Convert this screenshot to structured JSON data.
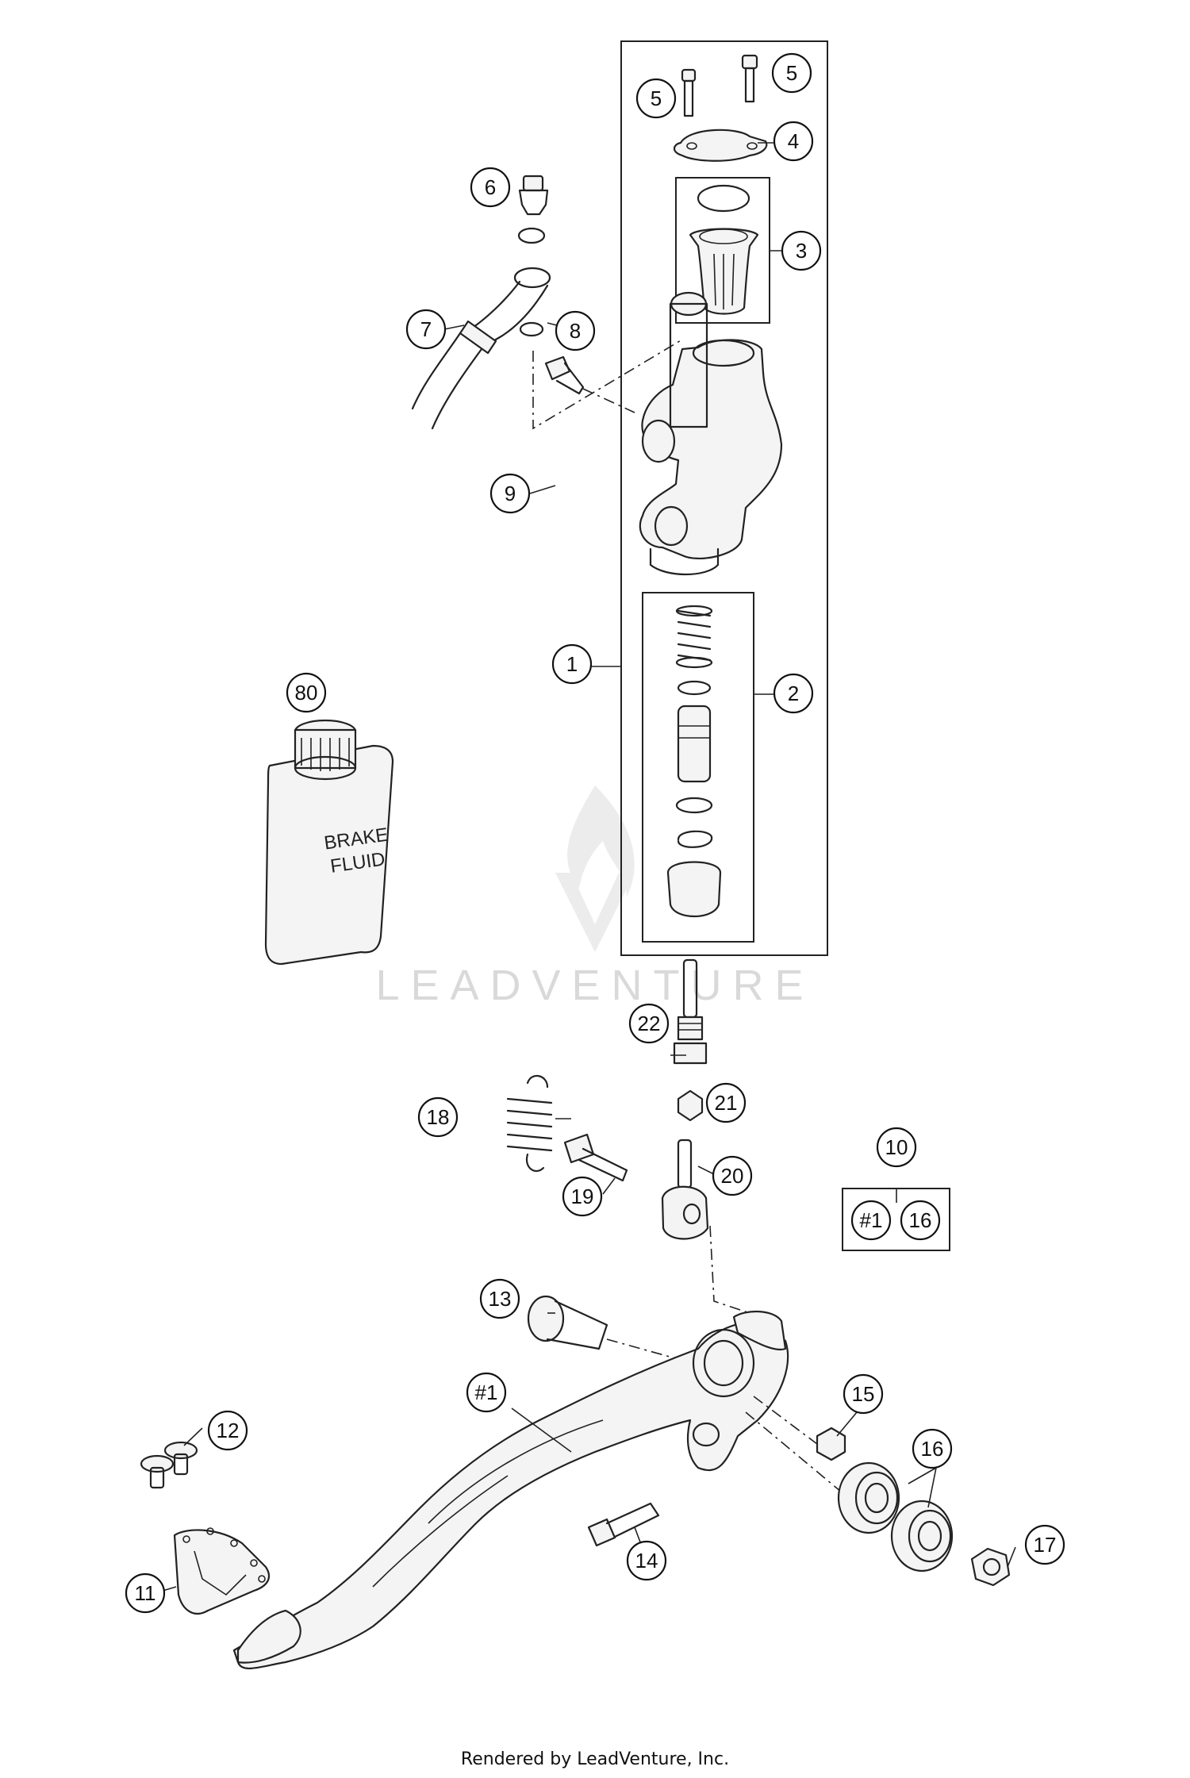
{
  "callouts": [
    {
      "id": "c1",
      "label": "1"
    },
    {
      "id": "c2",
      "label": "2"
    },
    {
      "id": "c3",
      "label": "3"
    },
    {
      "id": "c4",
      "label": "4"
    },
    {
      "id": "c5a",
      "label": "5"
    },
    {
      "id": "c5b",
      "label": "5"
    },
    {
      "id": "c6",
      "label": "6"
    },
    {
      "id": "c7",
      "label": "7"
    },
    {
      "id": "c8",
      "label": "8"
    },
    {
      "id": "c9",
      "label": "9"
    },
    {
      "id": "c10",
      "label": "10"
    },
    {
      "id": "c10a",
      "label": "#1"
    },
    {
      "id": "c10b",
      "label": "16"
    },
    {
      "id": "c11",
      "label": "11"
    },
    {
      "id": "c12",
      "label": "12"
    },
    {
      "id": "c13",
      "label": "13"
    },
    {
      "id": "c14",
      "label": "14"
    },
    {
      "id": "c15",
      "label": "15"
    },
    {
      "id": "c16",
      "label": "16"
    },
    {
      "id": "c17",
      "label": "17"
    },
    {
      "id": "c18",
      "label": "18"
    },
    {
      "id": "c19",
      "label": "19"
    },
    {
      "id": "c20",
      "label": "20"
    },
    {
      "id": "c21",
      "label": "21"
    },
    {
      "id": "c22",
      "label": "22"
    },
    {
      "id": "c80",
      "label": "80"
    },
    {
      "id": "cP1",
      "label": "#1"
    }
  ],
  "brake_fluid_can": {
    "line1": "BRAKE",
    "line2": "FLUID"
  },
  "watermark": "LEADVENTURE",
  "footer": "Rendered by LeadVenture, Inc."
}
